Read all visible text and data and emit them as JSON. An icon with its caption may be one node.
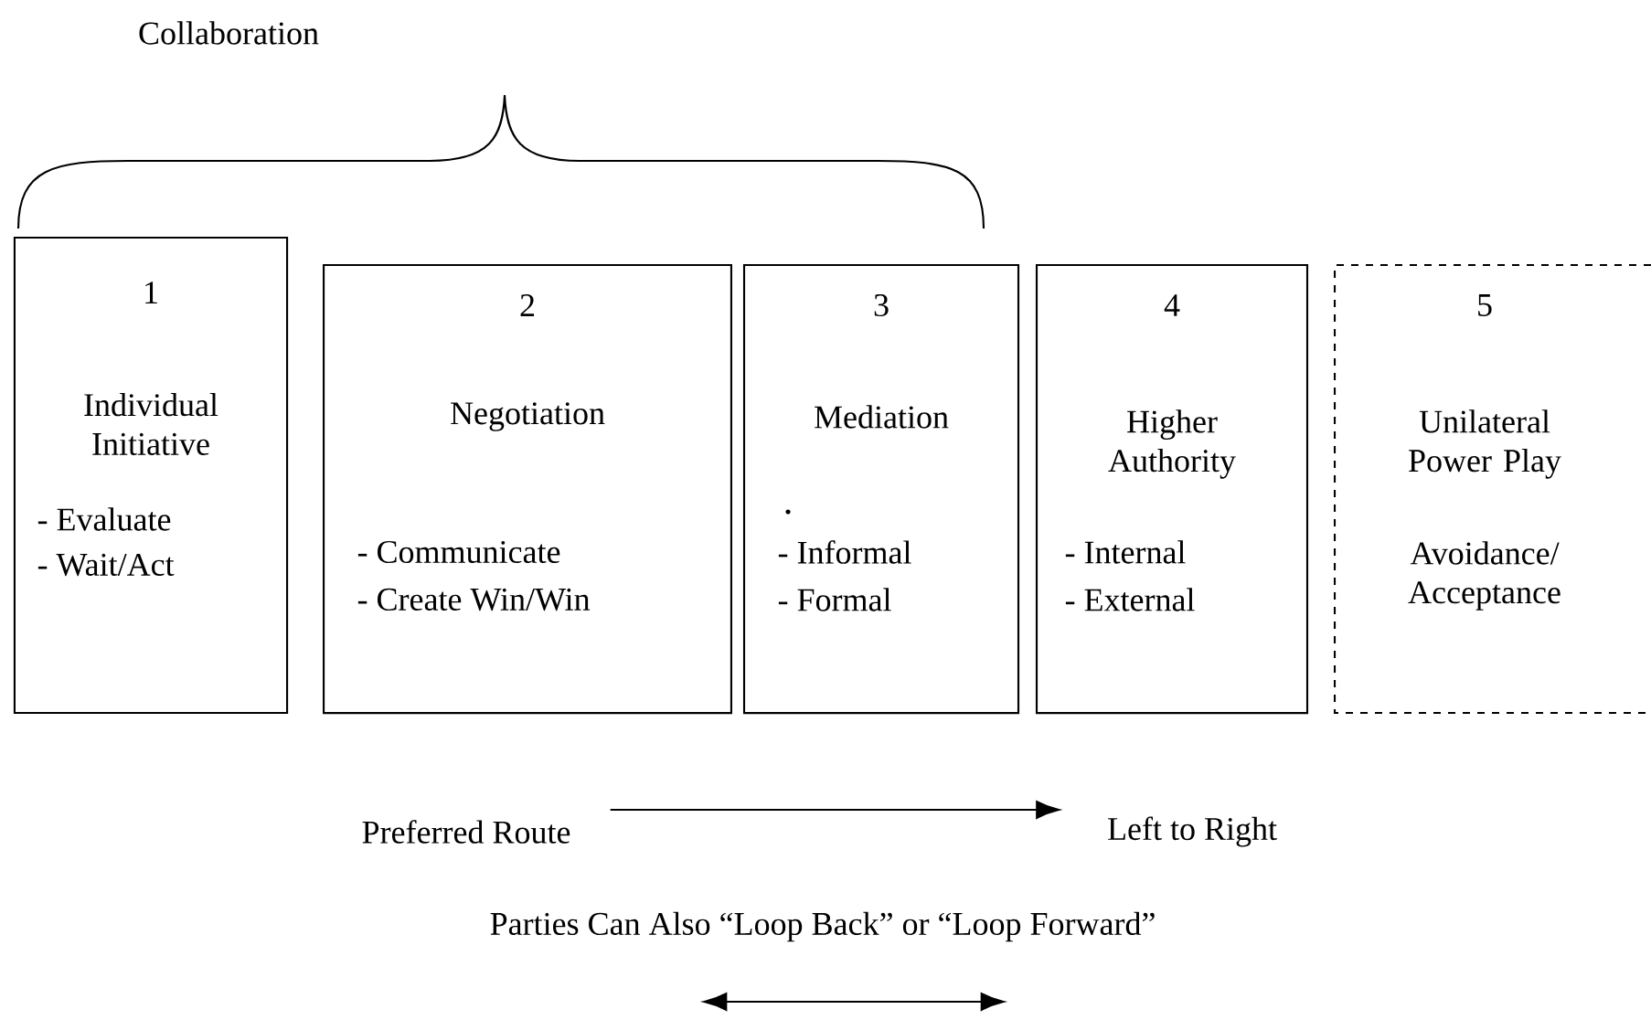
{
  "diagram": {
    "nodes": [
      {
        "text": [
          "1",
          "Individual Initiative",
          "- Evaluate",
          "- Wait/Act"
        ]
      },
      {
        "text": [
          "2",
          "Negotiation",
          "- Communicate",
          "- Create Win/Win"
        ]
      },
      {
        "text": [
          "3",
          "Mediation",
          "- Informal",
          "- Formal"
        ]
      },
      {
        "text": [
          "4",
          "Higher Authority",
          "- Internal",
          "- External"
        ]
      },
      {
        "text": [
          "5",
          "Unilateral Power Play",
          "Avoidance/ Acceptance"
        ]
      },
      {
        "text": [
          "Preferred Route"
        ]
      },
      {
        "text": [
          "Left to Right"
        ]
      }
    ],
    "edges": [
      {
        "from": 5,
        "to": 6,
        "arrow": "to"
      }
    ],
    "labels": [
      "Collaboration",
      "Parties Can Also “Loop Back” or “Loop Forward”"
    ]
  }
}
